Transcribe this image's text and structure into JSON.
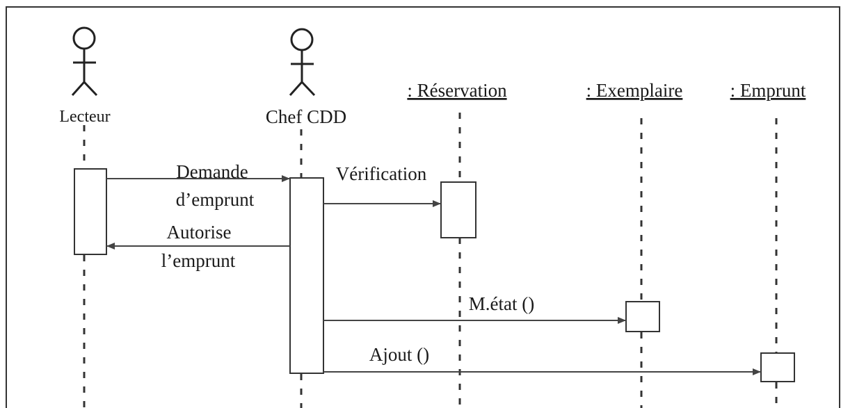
{
  "actors": [
    {
      "id": "lecteur",
      "label": "Lecteur"
    },
    {
      "id": "chef",
      "label": "Chef CDD"
    }
  ],
  "objects": [
    {
      "id": "reservation",
      "label": ": Réservation"
    },
    {
      "id": "exemplaire",
      "label": ": Exemplaire"
    },
    {
      "id": "emprunt",
      "label": ": Emprunt"
    }
  ],
  "messages": [
    {
      "id": "demande",
      "lines": [
        "Demande",
        "d’emprunt"
      ],
      "from": "lecteur",
      "to": "chef"
    },
    {
      "id": "verification",
      "lines": [
        "Vérification"
      ],
      "from": "chef",
      "to": "reservation"
    },
    {
      "id": "autorise",
      "lines": [
        "Autorise",
        "l’emprunt"
      ],
      "from": "chef",
      "to": "lecteur"
    },
    {
      "id": "metat",
      "lines": [
        "M.état ()"
      ],
      "from": "chef",
      "to": "exemplaire"
    },
    {
      "id": "ajout",
      "lines": [
        "Ajout ()"
      ],
      "from": "chef",
      "to": "emprunt"
    }
  ],
  "colors": {
    "line": "#333333",
    "text": "#1a1a1a",
    "background": "#ffffff"
  }
}
